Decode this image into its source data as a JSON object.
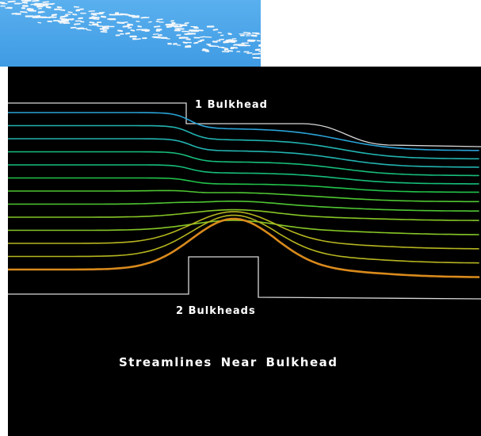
{
  "labels": {
    "top_bulkhead": "1  Bulkhead",
    "bottom_bulkheads": "2  Bulkheads",
    "caption": "Streamlines  Near  Bulkhead"
  },
  "colors": {
    "background": "#000000",
    "walls": "#d8d8d8",
    "thumbnail_sky": "#4aa6ea",
    "thumbnail_particles": "#f4f7fa"
  },
  "streamline_colormap": [
    "#2aa3d8",
    "#22b3b0",
    "#17bd7a",
    "#22c24a",
    "#4fc632",
    "#86c626",
    "#b6b51f",
    "#d98a1c"
  ]
}
